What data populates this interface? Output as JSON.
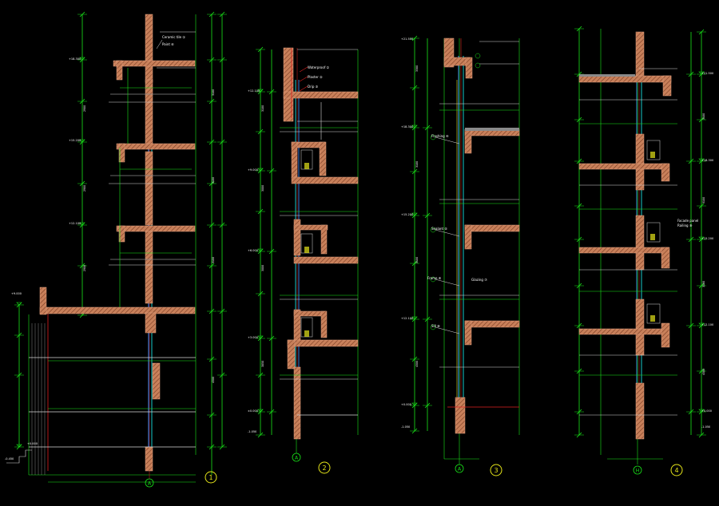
{
  "drawing": {
    "background": "#000000",
    "colors": {
      "dim_green": "#19e619",
      "wall_fill": "#c8805a",
      "wall_hatch": "#7a3b22",
      "glass_cyan": "#19c8c8",
      "glass_blue": "#3a7ad8",
      "line_white": "#d9d9d9",
      "line_grey": "#8a8a8a",
      "red_line": "#e02020",
      "yellow": "#e6e619",
      "text_white": "#ffffff"
    },
    "sections": [
      {
        "id": "1",
        "callouts": [
          "Ceramic tile ①",
          "Paint ⑥"
        ],
        "levels": [
          "+18.300",
          "+15.200",
          "+12.100",
          "+9.000",
          "+0.000",
          "-0.450"
        ]
      },
      {
        "id": "2",
        "callouts": [
          "Waterproof ①",
          "Plaster ②",
          "Drip ③"
        ],
        "levels": [
          "+12.100",
          "+9.000",
          "+6.000",
          "+3.000",
          "±0.000",
          "-1.050"
        ]
      },
      {
        "id": "3",
        "callouts": [
          "Flashing ④",
          "Sealant ⑤",
          "Frame ⑥",
          "Glazing ⑦",
          "Sill ⑧"
        ],
        "levels": [
          "+21.500",
          "+18.300",
          "+15.200",
          "+12.100",
          "+0.000",
          "-1.050"
        ]
      },
      {
        "id": "4",
        "callouts": [
          "Facade panel",
          "Railing ⑨"
        ],
        "levels": [
          "+21.500",
          "+18.300",
          "+15.200",
          "+12.100",
          "+0.000",
          "-1.050"
        ]
      }
    ],
    "axis_labels": [
      "A",
      "A",
      "A",
      "H"
    ]
  }
}
